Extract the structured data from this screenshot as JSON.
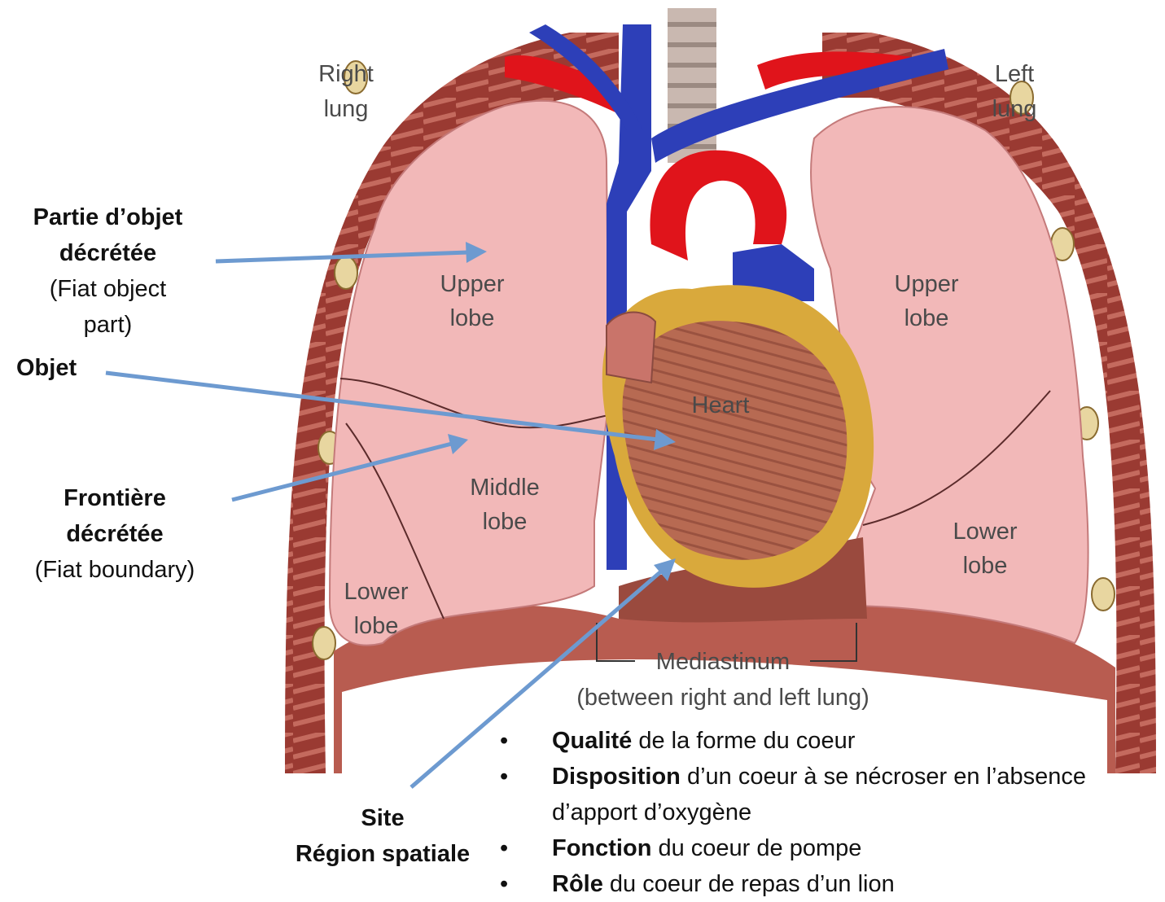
{
  "figure": {
    "anatomy_labels": {
      "right_lung": [
        "Right",
        "lung"
      ],
      "left_lung": [
        "Left",
        "lung"
      ],
      "right_upper_lobe": [
        "Upper",
        "lobe"
      ],
      "left_upper_lobe": [
        "Upper",
        "lobe"
      ],
      "heart": "Heart",
      "middle_lobe": [
        "Middle",
        "lobe"
      ],
      "right_lower_lobe": [
        "Lower",
        "lobe"
      ],
      "left_lower_lobe": [
        "Lower",
        "lobe"
      ],
      "mediastinum": "Mediastinum",
      "mediastinum_note": "(between right and left lung)"
    },
    "colors": {
      "lung": "#f2b8b8",
      "heart_muscle": "#b76a52",
      "fat": "#d9a93c",
      "artery": "#e0141b",
      "vein": "#2d3fb8",
      "arrow": "#6d9ad0"
    }
  },
  "annotations": {
    "fiat_part": {
      "bold1": "Partie d’objet",
      "bold2": "décrétée",
      "normal1": "(Fiat object",
      "normal2": "part)"
    },
    "object": {
      "bold": "Objet"
    },
    "fiat_boundary": {
      "bold1": "Frontière",
      "bold2": "décrétée",
      "normal": "(Fiat boundary)"
    },
    "site": {
      "bold1": "Site",
      "bold2": "Région spatiale"
    }
  },
  "bullets": [
    {
      "bold": "Qualité",
      "rest": " de la forme du coeur"
    },
    {
      "bold": "Disposition",
      "rest": " d’un coeur à se nécroser en l’absence d’apport d’oxygène"
    },
    {
      "bold": "Fonction",
      "rest": " du coeur de pompe"
    },
    {
      "bold": "Rôle",
      "rest": " du coeur de repas d’un lion"
    }
  ]
}
